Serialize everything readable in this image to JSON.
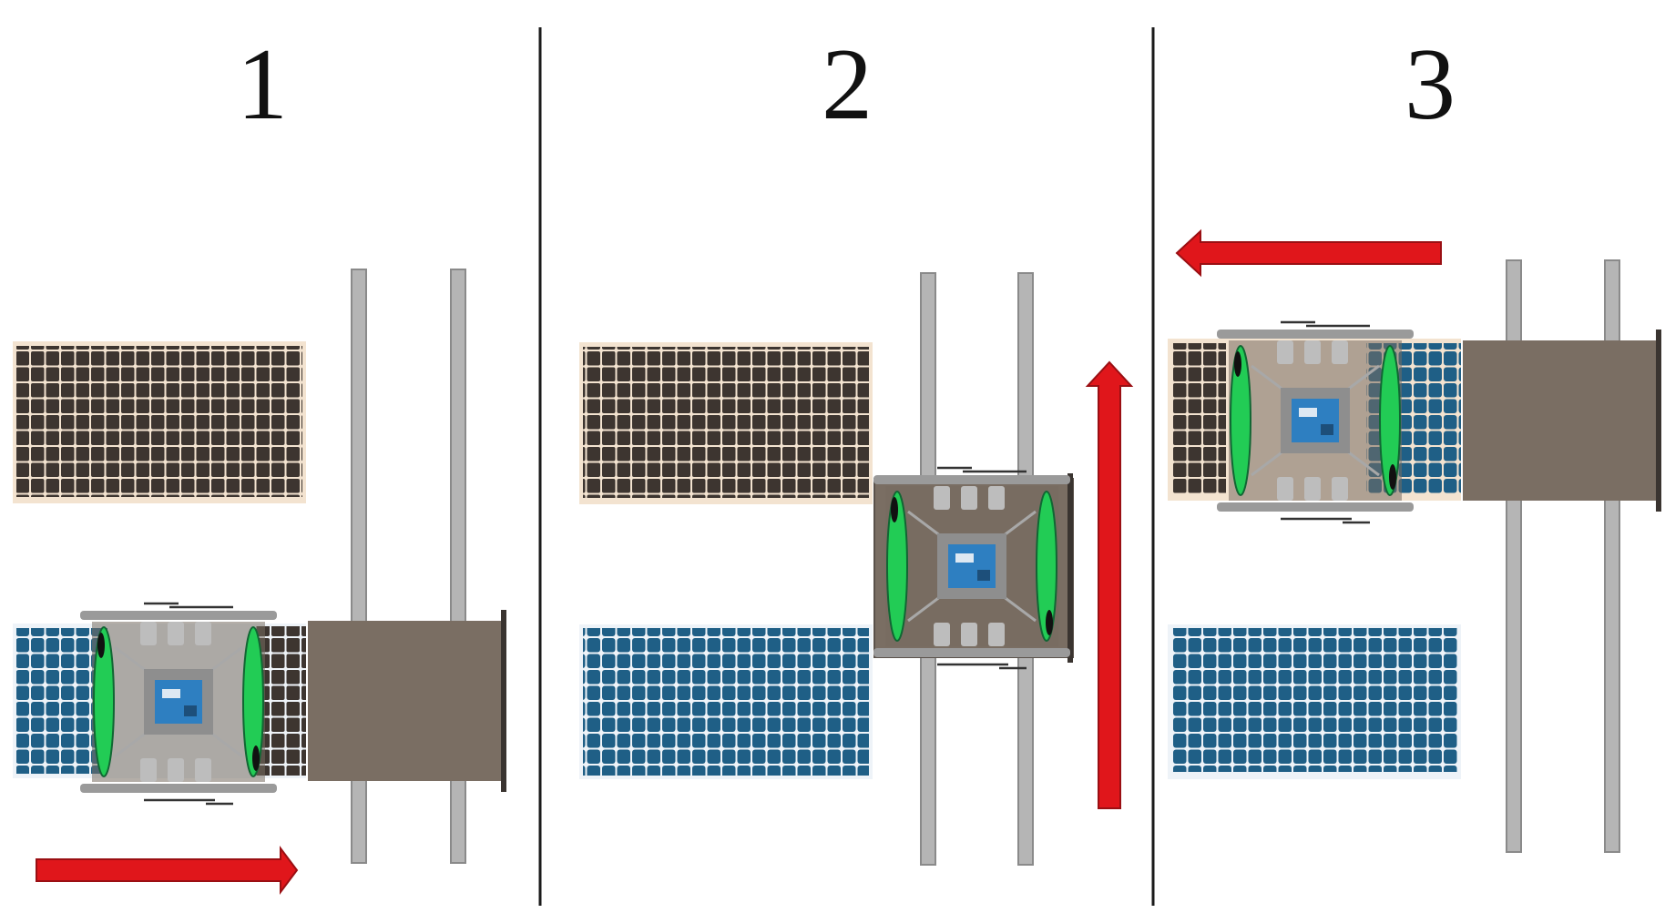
{
  "panels": [
    {
      "label": "1",
      "robot_position": "on-dirty-panel-bottom-row",
      "arrow_direction": "right"
    },
    {
      "label": "2",
      "robot_position": "on-rails-between-rows",
      "arrow_direction": "up"
    },
    {
      "label": "3",
      "robot_position": "on-dirty-panel-top-row",
      "arrow_direction": "left"
    }
  ],
  "colors": {
    "divider": "#1a1a1a",
    "dirty_panel_cell": "#3d3530",
    "dirty_panel_bg": "#f3e3d0",
    "clean_panel_cell": "#1f5f86",
    "clean_panel_bg": "#eef3f8",
    "rail": "#b5b5b5",
    "dock": "#7a6e63",
    "robot_frame": "#9a9a9a",
    "robot_body": "#766b60",
    "brush": "#22cc55",
    "board": "#2e7fc1",
    "arrow": "#e0161b"
  },
  "icons": {
    "robot": "cleaning-robot-icon",
    "board": "controller-board-icon",
    "arrow": "direction-arrow-icon"
  }
}
